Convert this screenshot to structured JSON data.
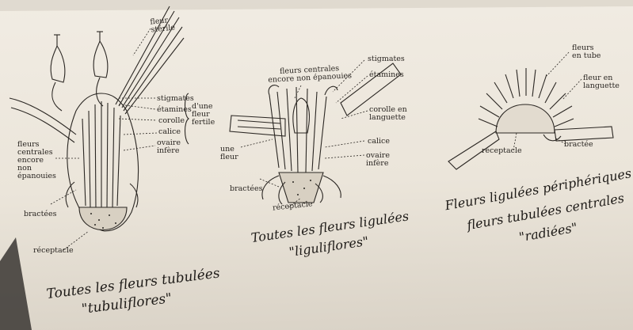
{
  "panels": [
    {
      "labels": {
        "fleur_sterile": "fleur\nstérile",
        "stigmates": "stigmates",
        "etamines": "étamines",
        "corolle": "corolle",
        "calice": "calice",
        "ovaire": "ovaire\ninfère",
        "fleur_fertile": "d'une\nfleur\nfertile",
        "fleurs_centrales": "fleurs\ncentrales\nencore\nnon\népanouies",
        "bractees": "bractées",
        "receptacle": "réceptacle"
      },
      "caption": [
        "Toutes les fleurs tubulées",
        "\"tubuliflores\""
      ]
    },
    {
      "labels": {
        "fleurs_centrales": "fleurs centrales\nencore non épanouies",
        "stigmates": "stigmates",
        "etamines": "étamines",
        "corolle_languette": "corolle en\nlanguette",
        "calice": "calice",
        "ovaire": "ovaire\ninfère",
        "une_fleur": "une\nfleur",
        "bractees": "bractées",
        "receptacle": "réceptacle"
      },
      "caption": [
        "Toutes les fleurs ligulées",
        "\"liguliflores\""
      ]
    },
    {
      "labels": {
        "fleurs_tube": "fleurs\nen tube",
        "fleur_languette": "fleur en\nlanguette",
        "receptacle": "réceptacle",
        "bractee": "bractée"
      },
      "caption": [
        "Fleurs ligulées périphériques",
        "fleurs tubulées centrales",
        "\"radiées\""
      ]
    }
  ]
}
